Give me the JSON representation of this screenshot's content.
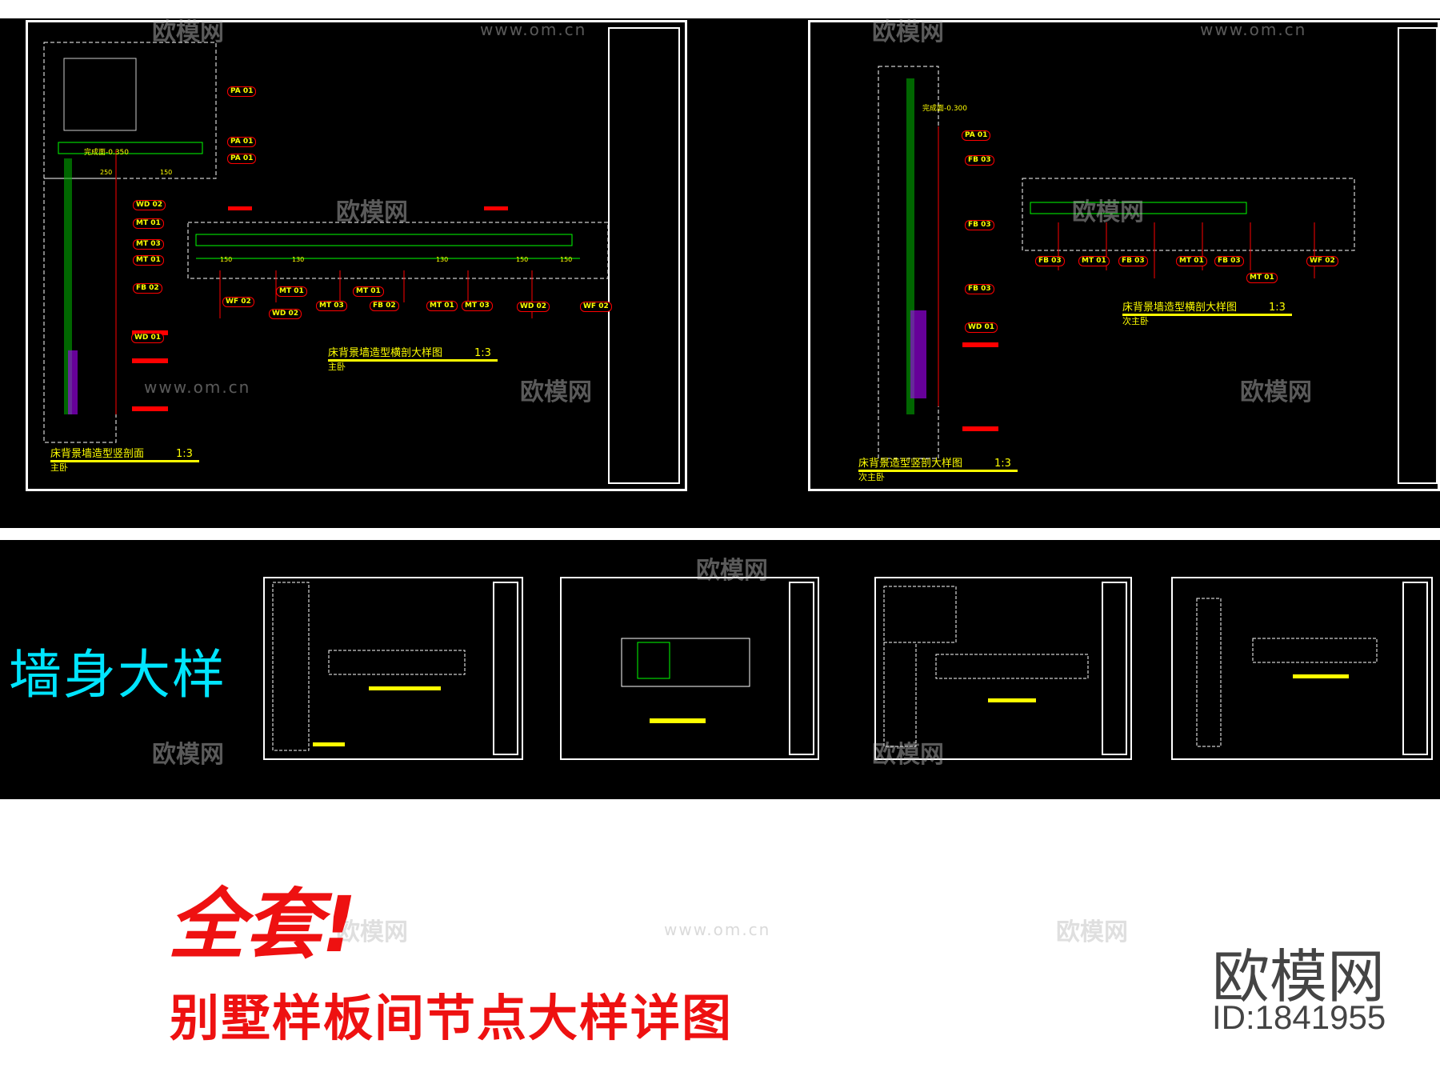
{
  "watermark": {
    "brand": "欧模网",
    "url": "www.om.cn"
  },
  "sheet1": {
    "caption_vertical": "床背景墙造型竖剖面",
    "scale_vertical": "1:3",
    "room_vertical": "主卧",
    "caption_horizontal": "床背景墙造型横剖大样图",
    "scale_horizontal": "1:3",
    "room_horizontal": "主卧",
    "level": "完成面-0.350",
    "tags": [
      "PA 01",
      "PA 01",
      "PA 01",
      "WD 02",
      "MT 01",
      "MT 03",
      "MT 01",
      "FB 02",
      "WD 01",
      "WF 02",
      "WD 02",
      "MT 01",
      "MT 03",
      "MT 01",
      "FB 02",
      "MT 01",
      "MT 03",
      "WD 02",
      "WF 02"
    ],
    "dims": [
      "250",
      "150",
      "150",
      "130",
      "130",
      "150",
      "150"
    ]
  },
  "sheet2": {
    "caption_vertical": "床背景造型竖剖大样图",
    "scale_vertical": "1:3",
    "room_vertical": "次主卧",
    "caption_horizontal": "床背景墙造型横剖大样图",
    "scale_horizontal": "1:3",
    "room_horizontal": "次主卧",
    "level": "完成面-0.300",
    "tags": [
      "PA 01",
      "FB 03",
      "FB 03",
      "FB 03",
      "WD 01",
      "FB 03",
      "MT 01",
      "FB 03",
      "MT 01",
      "FB 03",
      "MT 01",
      "WF 02"
    ]
  },
  "section_label": "墙身大样",
  "promo": {
    "headline": "全套!",
    "subtitle": "别墅样板间节点大样详图"
  },
  "brand": {
    "name": "欧模网",
    "id": "ID:1841955"
  },
  "colors": {
    "cad_bg": "#000000",
    "line_red": "#ff0000",
    "label_yellow": "#ffff00",
    "frame_white": "#ffffff",
    "section_cyan": "#00e5ff",
    "promo_red": "#ee1111",
    "brand_gray": "#444444"
  }
}
